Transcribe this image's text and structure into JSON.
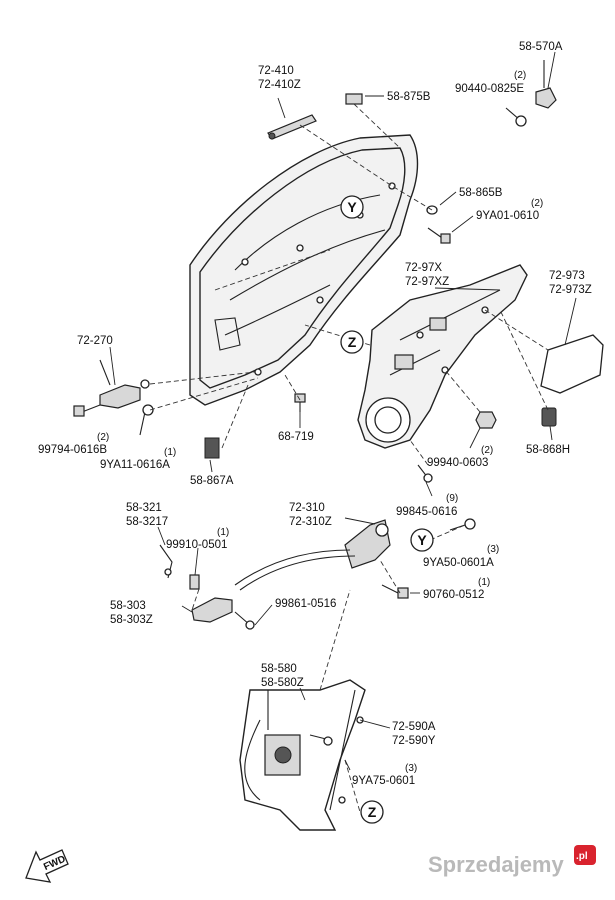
{
  "parts": [
    {
      "id": "p1",
      "code": "72-410",
      "alt": "72-410Z"
    },
    {
      "id": "p2",
      "code": "58-875B"
    },
    {
      "id": "p3",
      "code": "58-570A"
    },
    {
      "id": "p4",
      "code": "90440-0825E",
      "qty": "(2)"
    },
    {
      "id": "p5",
      "code": "58-865B"
    },
    {
      "id": "p6",
      "code": "9YA01-0610",
      "qty": "(2)"
    },
    {
      "id": "p7",
      "code": "72-97X",
      "alt": "72-97XZ"
    },
    {
      "id": "p8",
      "code": "72-973",
      "alt": "72-973Z"
    },
    {
      "id": "p9",
      "code": "72-270"
    },
    {
      "id": "p10",
      "code": "99794-0616B",
      "qty": "(2)"
    },
    {
      "id": "p11",
      "code": "9YA11-0616A",
      "qty": "(1)"
    },
    {
      "id": "p12",
      "code": "68-719"
    },
    {
      "id": "p13",
      "code": "58-867A"
    },
    {
      "id": "p14",
      "code": "99940-0603",
      "qty": "(2)"
    },
    {
      "id": "p15",
      "code": "58-868H"
    },
    {
      "id": "p16",
      "code": "99845-0616",
      "qty": "(9)"
    },
    {
      "id": "p17",
      "code": "58-321",
      "alt": "58-3217"
    },
    {
      "id": "p18",
      "code": "99910-0501",
      "qty": "(1)"
    },
    {
      "id": "p19",
      "code": "72-310",
      "alt": "72-310Z"
    },
    {
      "id": "p20",
      "code": "9YA50-0601A",
      "qty": "(3)"
    },
    {
      "id": "p21",
      "code": "90760-0512",
      "qty": "(1)"
    },
    {
      "id": "p22",
      "code": "58-303",
      "alt": "58-303Z"
    },
    {
      "id": "p23",
      "code": "99861-0516"
    },
    {
      "id": "p24",
      "code": "58-580",
      "alt": "58-580Z"
    },
    {
      "id": "p25",
      "code": "72-590A",
      "alt": "72-590Y"
    },
    {
      "id": "p26",
      "code": "9YA75-0601",
      "qty": "(3)"
    }
  ],
  "callouts": {
    "y": "Y",
    "z": "Z"
  },
  "direction_arrow": "FWD",
  "watermark": {
    "text": "Sprzedajemy",
    "suffix": ".pl",
    "color": "#d9232e"
  }
}
